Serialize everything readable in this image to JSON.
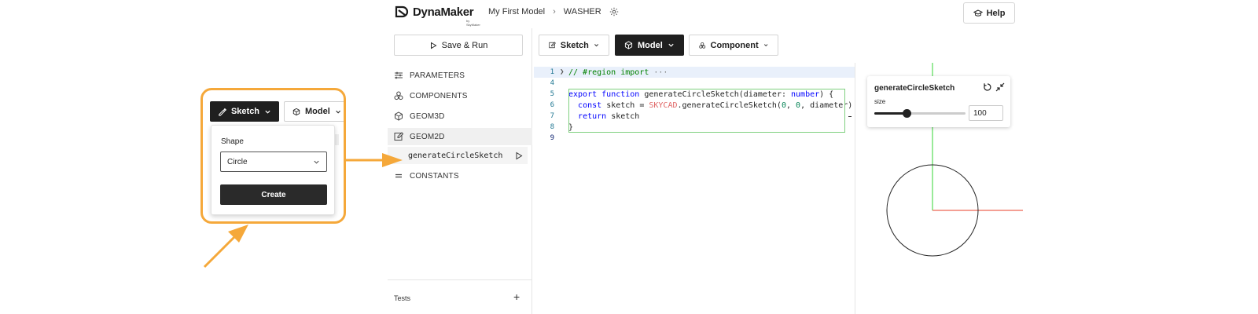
{
  "callout": {
    "toolbar": {
      "sketch_label": "Sketch",
      "model_label": "Model"
    },
    "popup": {
      "shape_label": "Shape",
      "shape_value": "Circle",
      "create_label": "Create"
    }
  },
  "header": {
    "logo_text": "DynaMaker",
    "logo_sub": "by SkyMaker",
    "breadcrumb": [
      "My First Model",
      "WASHER"
    ],
    "help_label": "Help"
  },
  "sidebar": {
    "save_run_label": "Save & Run",
    "items": [
      {
        "label": "PARAMETERS",
        "icon": "sliders-icon"
      },
      {
        "label": "COMPONENTS",
        "icon": "components-icon"
      },
      {
        "label": "GEOM3D",
        "icon": "cube-icon"
      },
      {
        "label": "GEOM2D",
        "icon": "edit-icon"
      },
      {
        "label": "CONSTANTS",
        "icon": "equals-icon"
      }
    ],
    "active_sub_item": "generateCircleSketch",
    "tests_label": "Tests"
  },
  "toolbar": {
    "sketch_label": "Sketch",
    "model_label": "Model",
    "component_label": "Component"
  },
  "editor": {
    "line_numbers": [
      "1",
      "4",
      "5",
      "6",
      "7",
      "8",
      "9"
    ],
    "region_comment": "// #region import",
    "region_ellipsis": "···",
    "code": {
      "l5_kw1": "export",
      "l5_kw2": "function",
      "l5_fn": "generateCircleSketch",
      "l5_param": "(diameter: ",
      "l5_type": "number",
      "l5_end": ") {",
      "l6_kw": "const",
      "l6_mid": "sketch = ",
      "l6_cls": "SKYCAD",
      "l6_call": ".generateCircleSketch(",
      "l6_n1": "0",
      "l6_comma": ", ",
      "l6_n2": "0",
      "l6_end": ", diameter)",
      "l7_kw": "return",
      "l7_rest": "sketch",
      "l8": "}"
    }
  },
  "viewer": {
    "param_panel": {
      "title": "generateCircleSketch",
      "size_label": "size",
      "size_value": "100",
      "slider_fraction": 0.35
    },
    "axis_colors": {
      "y": "#55dd55",
      "x": "#ee6655"
    }
  },
  "colors": {
    "accent": "#f5a83a",
    "dark": "#1f1f1f"
  }
}
